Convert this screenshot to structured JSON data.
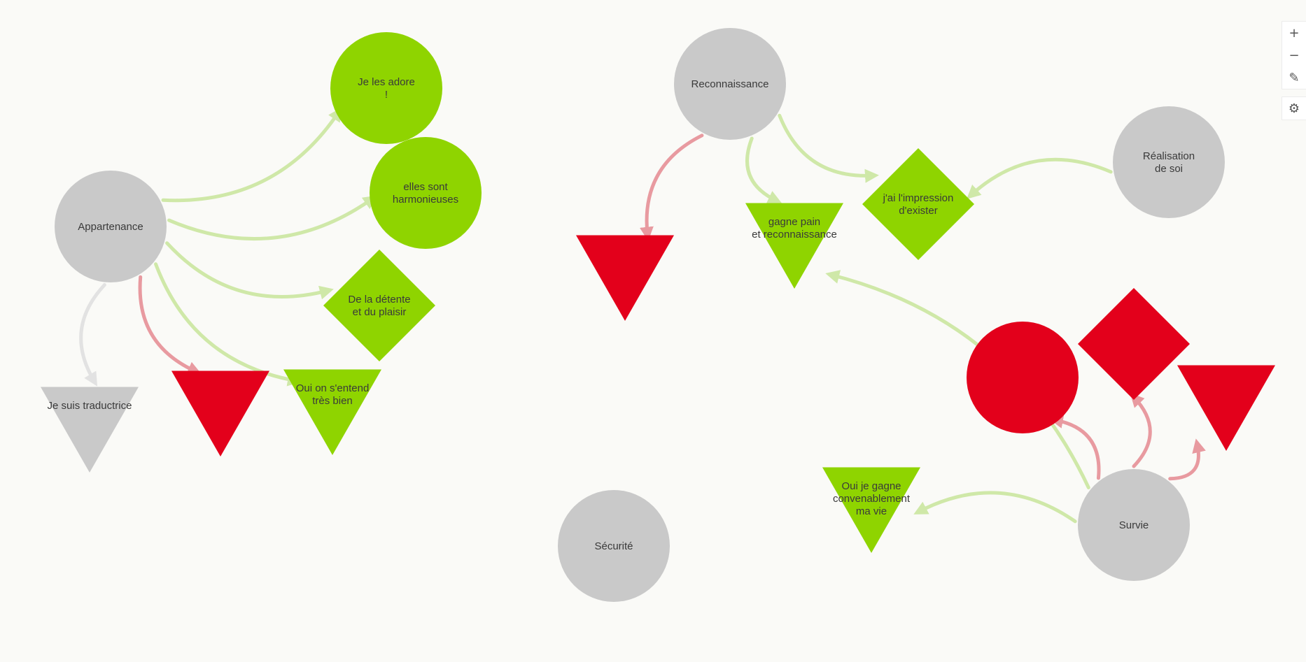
{
  "colors": {
    "background": "#fafaf7",
    "gray": "#c9c9c9",
    "green": "#8fd400",
    "red": "#e3001b",
    "edge_green": "#cfe8a8",
    "edge_red": "#e89aa0",
    "edge_gray": "#e2e2e2"
  },
  "toolbar": {
    "zoom_in_icon": "plus-icon",
    "zoom_out_icon": "minus-icon",
    "edit_icon": "pencil-icon",
    "settings_icon": "settings-icon"
  },
  "nodes": {
    "appartenance": {
      "label": [
        "Appartenance"
      ],
      "shape": "circle",
      "color": "gray"
    },
    "je_les_adore": {
      "label": [
        "Je les adore",
        "!"
      ],
      "shape": "circle",
      "color": "green"
    },
    "elles_sont": {
      "label": [
        "elles sont",
        "harmonieuses"
      ],
      "shape": "circle",
      "color": "green"
    },
    "detente": {
      "label": [
        "De la détente",
        "et du plaisir"
      ],
      "shape": "diamond",
      "color": "green"
    },
    "oui_entend": {
      "label": [
        "Oui on s'entend",
        "très bien"
      ],
      "shape": "triangle",
      "color": "green"
    },
    "red_tri_1": {
      "label": [],
      "shape": "triangle",
      "color": "red"
    },
    "je_suis_traductrice": {
      "label": [
        "Je suis traductrice"
      ],
      "shape": "triangle",
      "color": "gray"
    },
    "reconnaissance": {
      "label": [
        "Reconnaissance"
      ],
      "shape": "circle",
      "color": "gray"
    },
    "red_tri_2": {
      "label": [],
      "shape": "triangle",
      "color": "red"
    },
    "gagne_pain": {
      "label": [
        "gagne pain",
        "et reconnaissance"
      ],
      "shape": "triangle",
      "color": "green"
    },
    "impression": {
      "label": [
        "j'ai l'impression",
        "d'exister"
      ],
      "shape": "diamond",
      "color": "green"
    },
    "realisation": {
      "label": [
        "Réalisation",
        "de soi"
      ],
      "shape": "circle",
      "color": "gray"
    },
    "securite": {
      "label": [
        "Sécurité"
      ],
      "shape": "circle",
      "color": "gray"
    },
    "survie": {
      "label": [
        "Survie"
      ],
      "shape": "circle",
      "color": "gray"
    },
    "oui_gagne": {
      "label": [
        "Oui je gagne",
        "convenablement",
        "ma vie"
      ],
      "shape": "triangle",
      "color": "green"
    },
    "red_circle": {
      "label": [],
      "shape": "circle",
      "color": "red"
    },
    "red_diamond": {
      "label": [],
      "shape": "diamond",
      "color": "red"
    },
    "red_tri_3": {
      "label": [],
      "shape": "triangle",
      "color": "red"
    }
  },
  "edges": [
    {
      "from": "appartenance",
      "to": "je_les_adore",
      "color": "green"
    },
    {
      "from": "appartenance",
      "to": "elles_sont",
      "color": "green"
    },
    {
      "from": "appartenance",
      "to": "detente",
      "color": "green"
    },
    {
      "from": "appartenance",
      "to": "oui_entend",
      "color": "green"
    },
    {
      "from": "appartenance",
      "to": "red_tri_1",
      "color": "red"
    },
    {
      "from": "appartenance",
      "to": "je_suis_traductrice",
      "color": "gray"
    },
    {
      "from": "reconnaissance",
      "to": "red_tri_2",
      "color": "red"
    },
    {
      "from": "reconnaissance",
      "to": "gagne_pain",
      "color": "green"
    },
    {
      "from": "reconnaissance",
      "to": "impression",
      "color": "green"
    },
    {
      "from": "realisation",
      "to": "impression",
      "color": "green"
    },
    {
      "from": "survie",
      "to": "gagne_pain",
      "color": "green"
    },
    {
      "from": "survie",
      "to": "oui_gagne",
      "color": "green"
    },
    {
      "from": "survie",
      "to": "red_circle",
      "color": "red"
    },
    {
      "from": "survie",
      "to": "red_diamond",
      "color": "red"
    },
    {
      "from": "survie",
      "to": "red_tri_3",
      "color": "red"
    }
  ]
}
